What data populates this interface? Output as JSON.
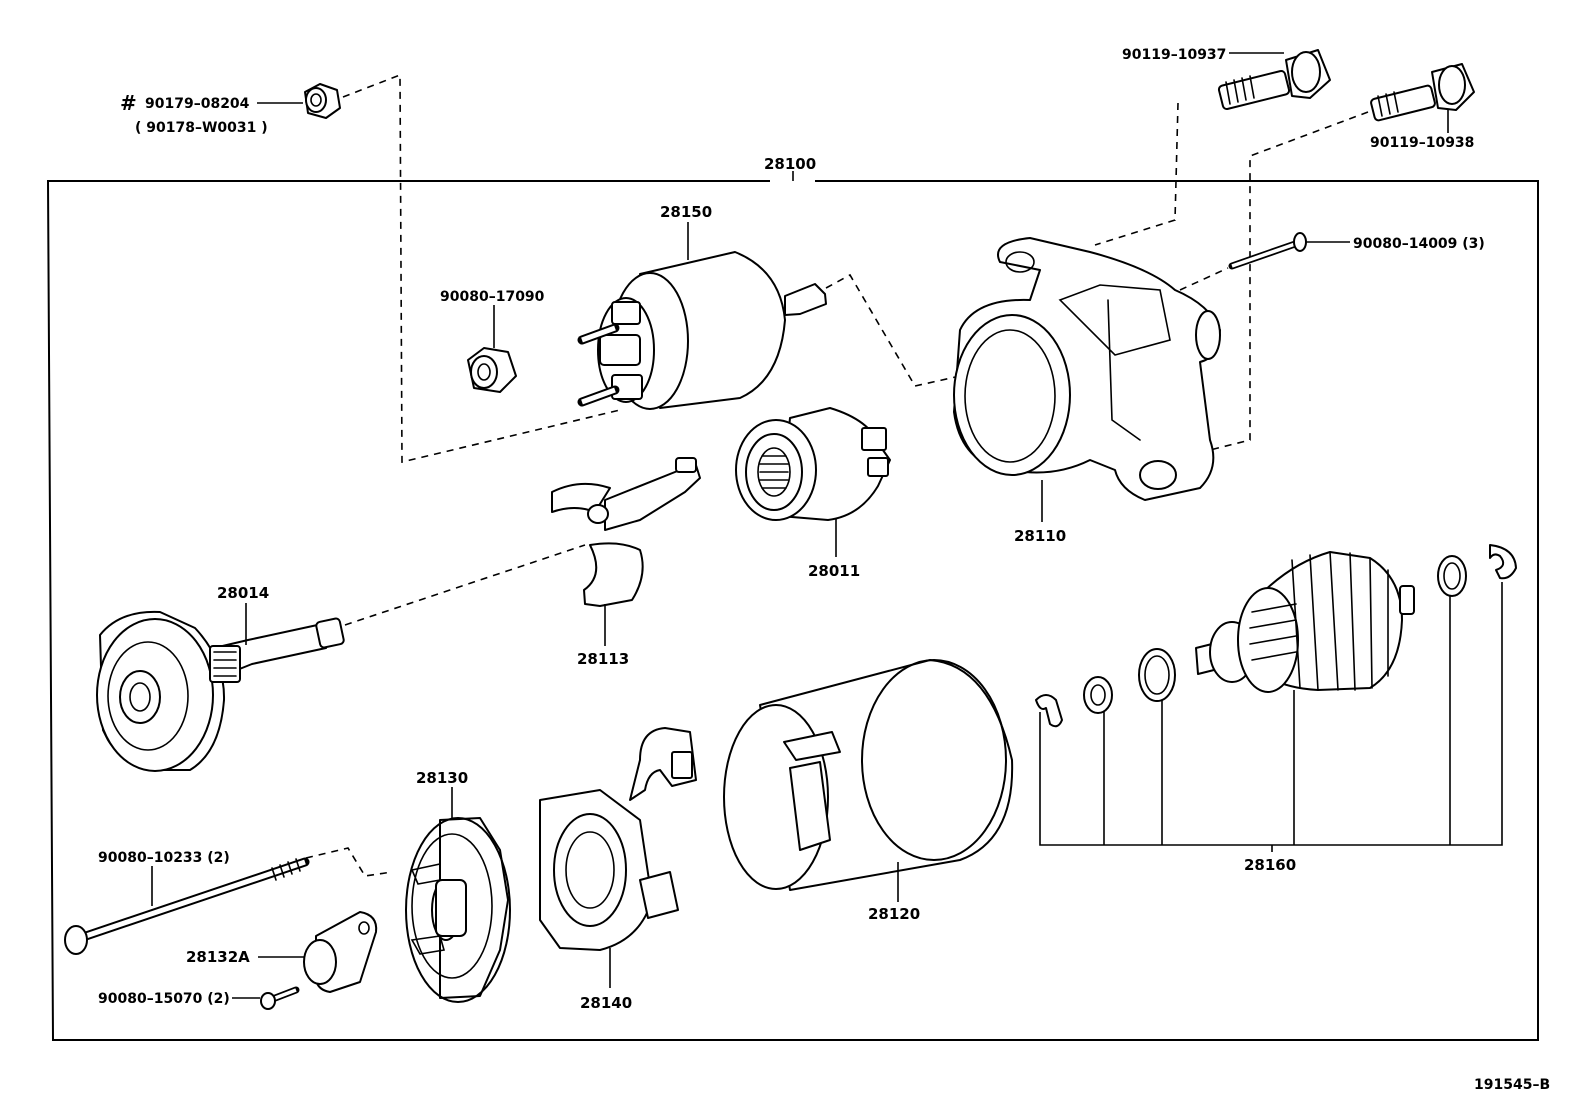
{
  "diagram_code": "191545–B",
  "assembly": {
    "number": "28100"
  },
  "labels": {
    "nut_hash": "#",
    "nut_main": "90179–08204",
    "nut_alt": "( 90178–W0031 )",
    "bolt_a": "90119–10937",
    "bolt_b": "90119–10938",
    "screw_thru": "90080–14009 (3)",
    "nut_small": "90080–17090",
    "solenoid": "28150",
    "housing": "28110",
    "clutch": "28011",
    "lever": "28113",
    "drive_housing": "28014",
    "armature_kit": "28160",
    "yoke": "28120",
    "end_frame": "28130",
    "brush_holder": "28140",
    "long_bolt": "90080–10233 (2)",
    "bearing_cover": "28132A",
    "small_screw": "90080–15070 (2)"
  }
}
